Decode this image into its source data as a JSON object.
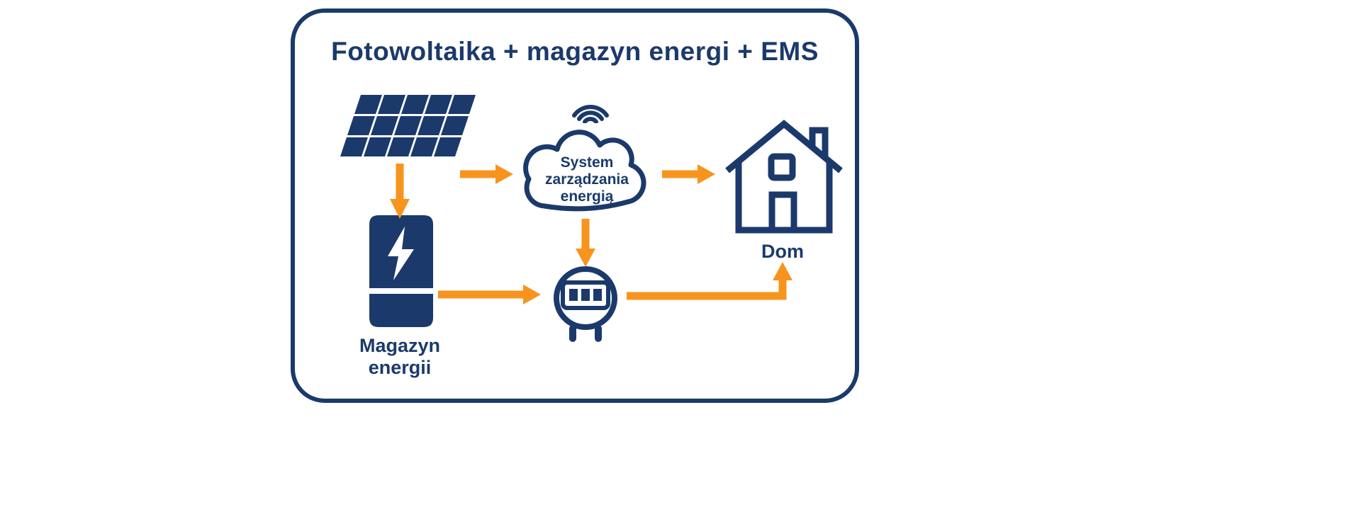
{
  "title": "Fotowoltaika + magazyn energi + EMS",
  "colors": {
    "navy": "#1b3a6b",
    "orange": "#f7941e",
    "background": "#ffffff"
  },
  "nodes": {
    "solar_panel": {
      "icon": "solar-panel-icon",
      "label": ""
    },
    "ems": {
      "icon": "cloud-wifi-icon",
      "label_lines": [
        "System",
        "zarządzania",
        "energią"
      ]
    },
    "house": {
      "icon": "house-icon",
      "label": "Dom"
    },
    "battery": {
      "icon": "battery-storage-icon",
      "label_lines": [
        "Magazyn",
        "energii"
      ]
    },
    "meter": {
      "icon": "energy-meter-icon",
      "label": ""
    }
  },
  "arrows": [
    {
      "name": "solar-panel-to-battery",
      "direction": "down"
    },
    {
      "name": "solar-panel-to-ems",
      "direction": "right"
    },
    {
      "name": "ems-to-house",
      "direction": "right"
    },
    {
      "name": "ems-to-meter",
      "direction": "down"
    },
    {
      "name": "battery-to-meter",
      "direction": "right"
    },
    {
      "name": "meter-to-house",
      "direction": "right-then-up"
    }
  ]
}
